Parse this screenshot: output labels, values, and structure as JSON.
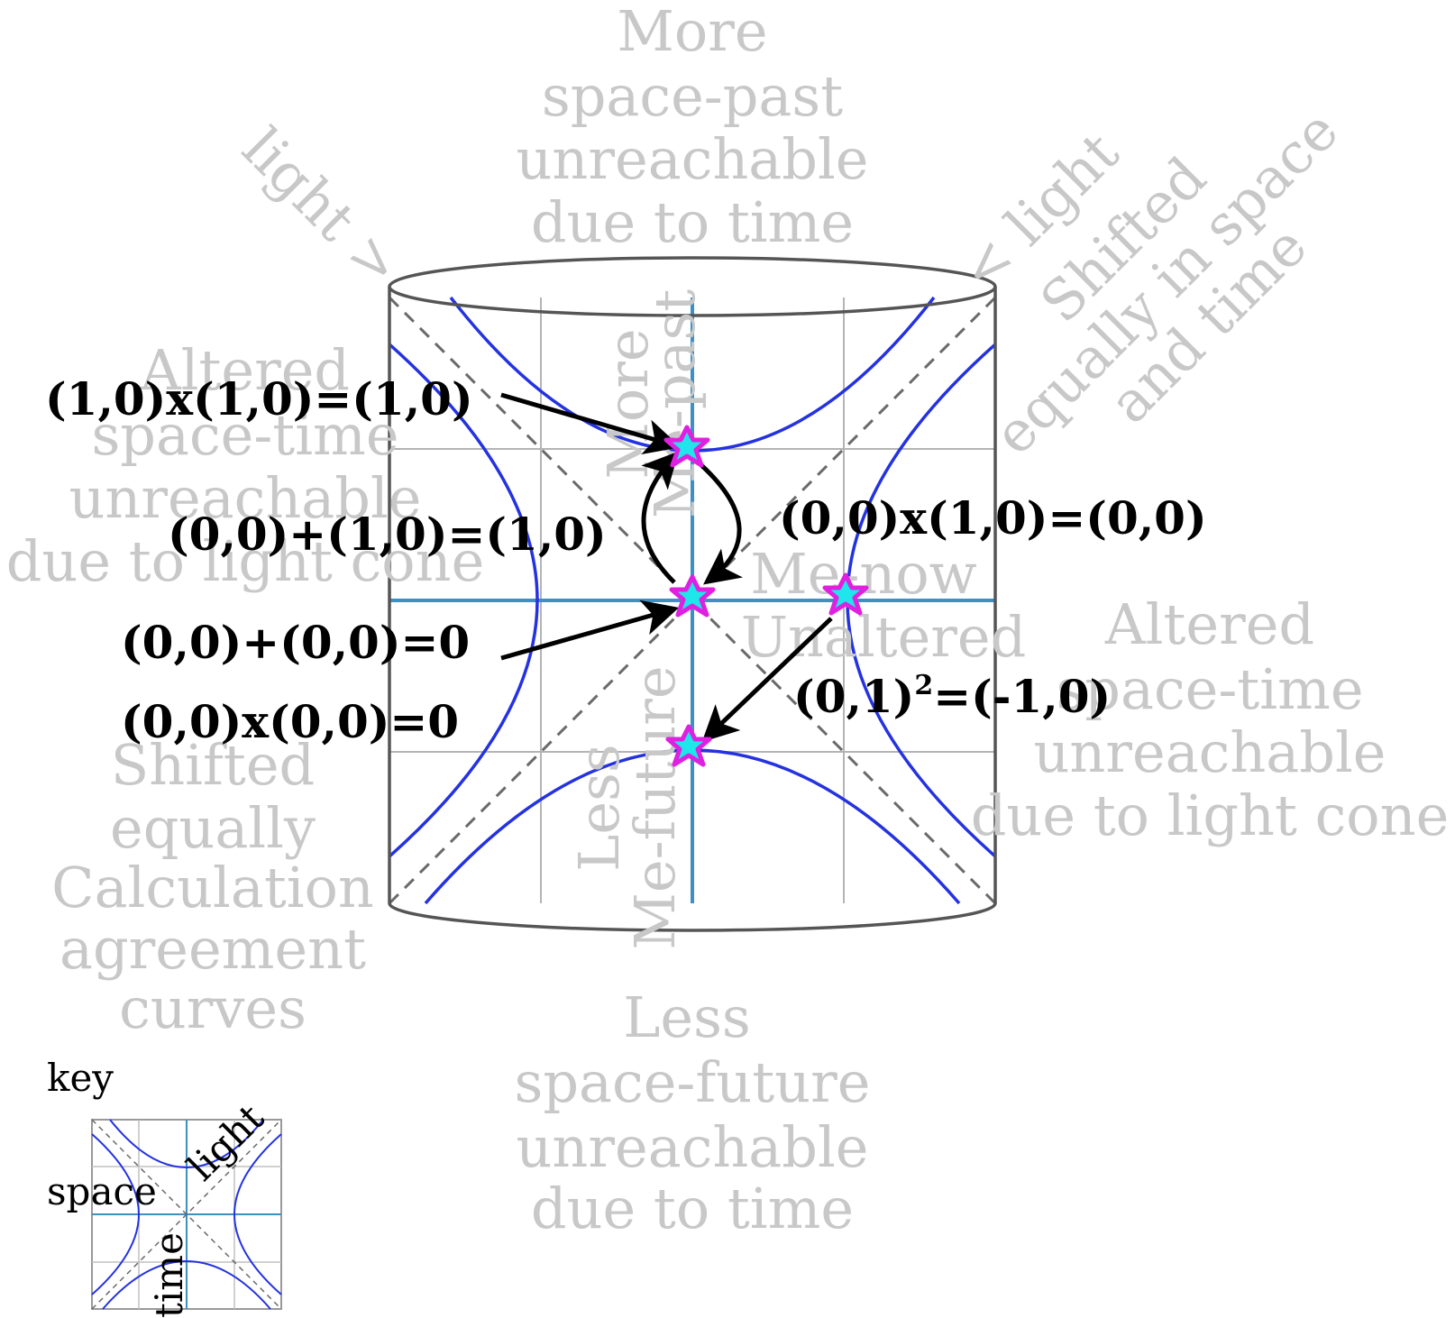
{
  "colors": {
    "hyperbola": "#2432e0",
    "axis": "#3d8fc4",
    "grid": "#b4b4b4",
    "cylinder": "#555555",
    "light_cone": "#6a6a6a",
    "faint_text": "#c8c8c8",
    "equation_text": "#000000",
    "star_fill": "#1fe6ea",
    "star_outline": "#e020e0"
  },
  "icons": {
    "star": "star-icon",
    "arrow": "arrow-icon"
  },
  "regions": {
    "top": [
      "More",
      "space-past",
      "unreachable",
      "due to time"
    ],
    "bottom": [
      "Less",
      "space-future",
      "unreachable",
      "due to time"
    ],
    "left_altered": [
      "Altered",
      "space-time",
      "unreachable",
      "due to light cone"
    ],
    "right_altered": [
      "Altered",
      "space-time",
      "unreachable",
      "due to light cone"
    ],
    "left_shifted": [
      "Shifted",
      "equally",
      "Calculation",
      "agreement",
      "curves"
    ],
    "top_right_shifted": [
      "Shifted",
      "equally in space",
      "and time"
    ],
    "light_left": "light >",
    "light_right": "< light",
    "center_more": [
      "More",
      "Me-past"
    ],
    "center_less": [
      "Less",
      "Me-future"
    ],
    "center_now": [
      "Me-now",
      "Unaltered"
    ]
  },
  "equations": {
    "e1": "(1,0)x(1,0)=(1,0)",
    "e2": "(0,0)+(1,0)=(1,0)",
    "e3": "(0,0)x(1,0)=(0,0)",
    "e4": "(0,0)+(0,0)=0",
    "e5": "(0,0)x(0,0)=0",
    "e6_base": "(0,1)",
    "e6_exp": "2",
    "e6_rest": "=(-1,0)"
  },
  "key": {
    "title": "key",
    "space": "space",
    "time": "time",
    "light": "light"
  }
}
